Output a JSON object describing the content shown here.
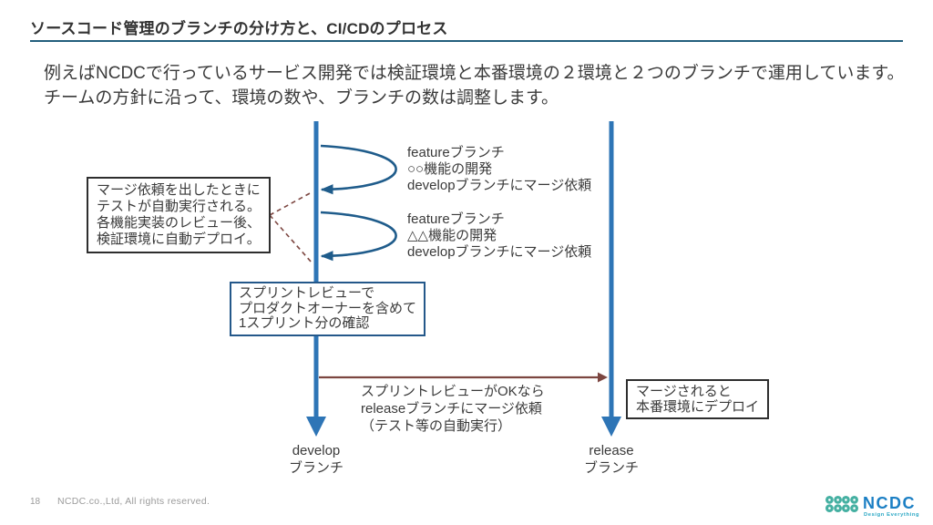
{
  "slide": {
    "title": "ソースコード管理のブランチの分け方と、CI/CDのプロセス",
    "intro": {
      "line1": "例えばNCDCで行っているサービス開発では検証環境と本番環境の２環境と２つのブランチで運用しています。",
      "line2": "チームの方針に沿って、環境の数や、ブランチの数は調整します。"
    }
  },
  "diagram": {
    "auto_test_note": {
      "lines": [
        "マージ依頼を出したときに",
        "テストが自動実行される。",
        "各機能実装のレビュー後、",
        "検証環境に自動デプロイ。"
      ]
    },
    "feature1": {
      "lines": [
        "featureブランチ",
        "○○機能の開発",
        "developブランチにマージ依頼"
      ]
    },
    "feature2": {
      "lines": [
        "featureブランチ",
        "△△機能の開発",
        "developブランチにマージ依頼"
      ]
    },
    "sprint_review_box": {
      "lines": [
        "スプリントレビューで",
        "プロダクトオーナーを含めて",
        "1スプリント分の確認"
      ]
    },
    "merge_release_note": {
      "lines": [
        "スプリントレビューがOKなら",
        "releaseブランチにマージ依頼",
        "（テスト等の自動実行）"
      ]
    },
    "deploy_note": {
      "lines": [
        "マージされると",
        "本番環境にデプロイ"
      ]
    },
    "develop_label": {
      "lines": [
        "develop",
        "ブランチ"
      ]
    },
    "release_label": {
      "lines": [
        "release",
        "ブランチ"
      ]
    }
  },
  "footer": {
    "page_number": "18",
    "copyright": "NCDC.co.,Ltd, All rights reserved.",
    "logo": {
      "text": "NCDC",
      "tagline": "Design Everything"
    }
  },
  "colors": {
    "title_text": "#333333",
    "underline": "#235f7d",
    "body_text": "#3a3a3a",
    "line_blue": "#2e75b6",
    "curve_blue": "#1f5c8b",
    "brown": "#7c4640",
    "sprint_border": "#24588a",
    "box_border": "#2e2e2e",
    "footer_gray": "#9b9b9b",
    "logo_teal": "#45b0a2",
    "logo_blue": "#1b7fc4",
    "logo_tagline": "#2aa7c4"
  }
}
